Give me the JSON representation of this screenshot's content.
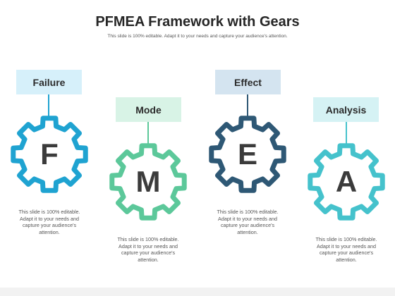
{
  "title": "PFMEA Framework with Gears",
  "subtitle": "This slide is 100% editable. Adapt it to your needs and capture your audience's attention.",
  "steps": [
    {
      "label": "Failure",
      "letter": "F",
      "description": "This slide is 100% editable. Adapt it to your needs and capture your audience's attention.",
      "gear_color": "#1fa3d1",
      "box_color": "#d6f0fa",
      "stem_color": "#1fa3d1"
    },
    {
      "label": "Mode",
      "letter": "M",
      "description": "This slide is 100% editable. Adapt it to your needs and capture your audience's attention.",
      "gear_color": "#5cc89a",
      "box_color": "#d8f3e6",
      "stem_color": "#5cc89a"
    },
    {
      "label": "Effect",
      "letter": "E",
      "description": "This slide is 100% editable. Adapt it to your needs and capture your audience's attention.",
      "gear_color": "#2e5875",
      "box_color": "#d4e4f0",
      "stem_color": "#2e5875"
    },
    {
      "label": "Analysis",
      "letter": "A",
      "description": "This slide is 100% editable. Adapt it to your needs and capture your audience's attention.",
      "gear_color": "#45c2cc",
      "box_color": "#d5f2f4",
      "stem_color": "#45c2cc"
    }
  ]
}
